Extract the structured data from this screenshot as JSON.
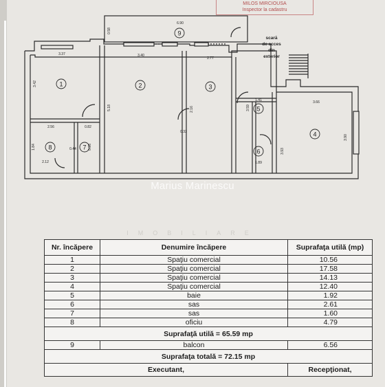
{
  "stamp": {
    "line1": "MILOS MIRCIOUSA",
    "line2": "Inspector la cadastru"
  },
  "plan": {
    "room_numbers": [
      "1",
      "2",
      "3",
      "4",
      "5",
      "6",
      "7",
      "8",
      "9"
    ],
    "labels": {
      "stair": [
        "scară",
        "de acces",
        "din",
        "exterior"
      ]
    },
    "dims": {
      "d690": "6.90",
      "d337": "3.37",
      "d340": "3.40",
      "d277": "2.77",
      "d141": "1.41",
      "d366": "3.66",
      "d342": "3.42",
      "d518": "5.18",
      "d216": "2.16",
      "d359": "3.59",
      "d256": "2.56",
      "d082": "0.82",
      "d212": "2.12",
      "d044": "0.44",
      "d032": "0.32",
      "d095": "0.95",
      "d184": "1.84",
      "d058": "0.58",
      "d189": "1.89",
      "d393": "3.93",
      "d390": "3.90"
    }
  },
  "watermark": {
    "name": "Marius Marinescu",
    "sub": "IMOBILIARE"
  },
  "table": {
    "headers": {
      "nr": "Nr. încăpere",
      "name": "Denumire încăpere",
      "area": "Suprafaţa utilă (mp)"
    },
    "rows": [
      {
        "nr": "1",
        "name": "Spaţiu comercial",
        "area": "10.56"
      },
      {
        "nr": "2",
        "name": "Spaţiu comercial",
        "area": "17.58"
      },
      {
        "nr": "3",
        "name": "Spaţiu comercial",
        "area": "14.13"
      },
      {
        "nr": "4",
        "name": "Spaţiu comercial",
        "area": "12.40"
      },
      {
        "nr": "5",
        "name": "baie",
        "area": "1.92"
      },
      {
        "nr": "6",
        "name": "sas",
        "area": "2.61"
      },
      {
        "nr": "7",
        "name": "sas",
        "area": "1.60"
      },
      {
        "nr": "8",
        "name": "oficiu",
        "area": "4.79"
      }
    ],
    "useful_total": "Suprafaţă utilă = 65.59 mp",
    "balcony": {
      "nr": "9",
      "name": "balcon",
      "area": "6.56"
    },
    "grand_total": "Suprafaţa totală = 72.15 mp",
    "signatures": {
      "left": "Executant,",
      "right": "Recepţionat,"
    }
  }
}
